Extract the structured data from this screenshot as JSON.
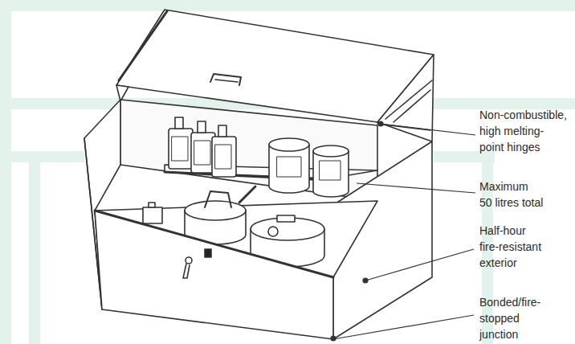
{
  "diagram": {
    "labels": [
      "Non-combustible, high melting- point hinges",
      "Maximum 50 litres total",
      "Half-hour fire-resistant exterior",
      "Bonded/fire- stopped junction"
    ]
  }
}
